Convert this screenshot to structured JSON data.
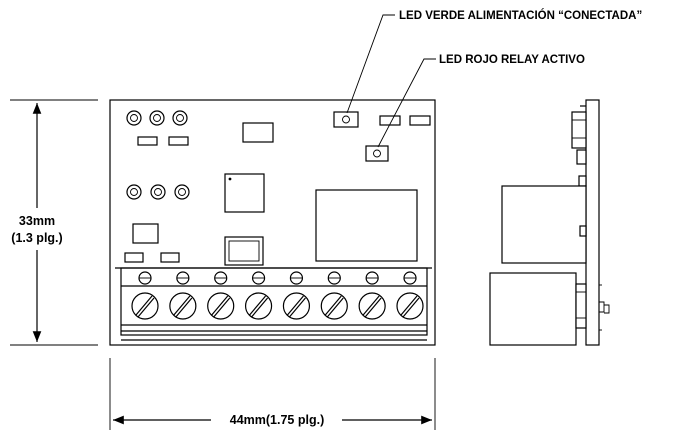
{
  "callouts": {
    "led_green": "LED VERDE ALIMENTACIÓN “CONECTADA”",
    "led_red": "LED ROJO RELAY ACTIVO"
  },
  "dimensions": {
    "height_mm": "33mm",
    "height_in": "(1.3 plg.)",
    "width": "44mm(1.75 plg.)"
  },
  "terminal_count": 8
}
